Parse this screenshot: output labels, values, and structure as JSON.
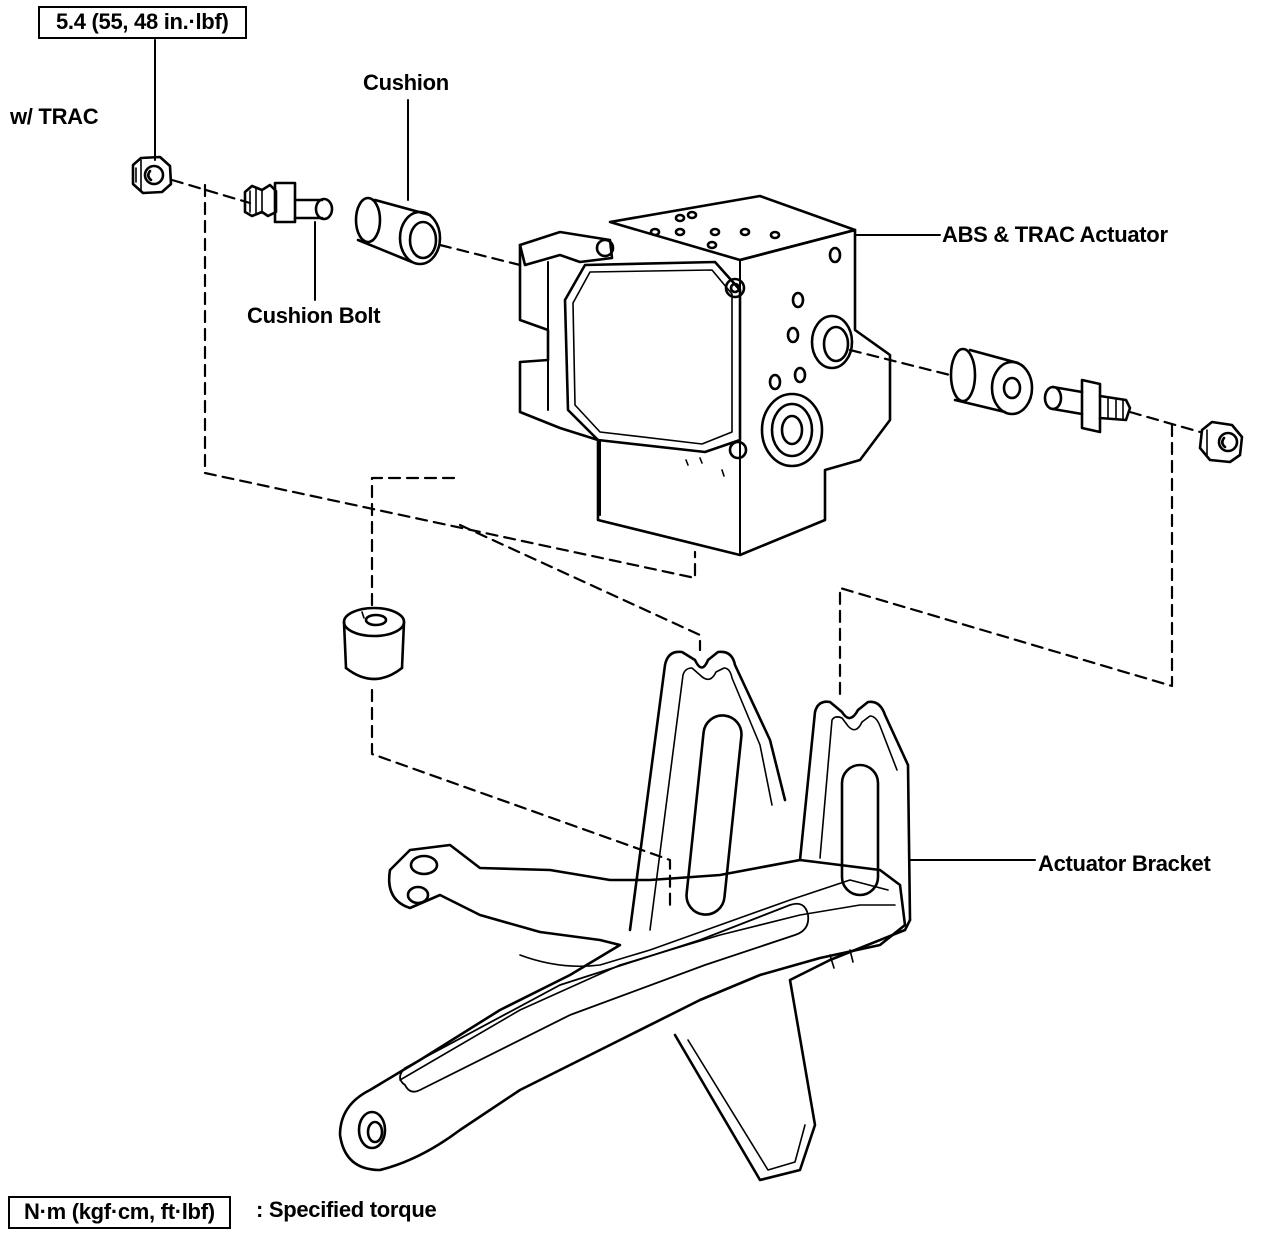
{
  "labels": {
    "torque_value": "5.4 (55, 48 in.·lbf)",
    "variant": "w/ TRAC",
    "cushion": "Cushion",
    "cushion_bolt": "Cushion Bolt",
    "actuator": "ABS & TRAC Actuator",
    "bracket": "Actuator Bracket",
    "legend_units": "N·m (kgf·cm, ft·lbf)",
    "legend_desc": ": Specified torque"
  },
  "colors": {
    "ink": "#000000",
    "paper": "#ffffff"
  }
}
